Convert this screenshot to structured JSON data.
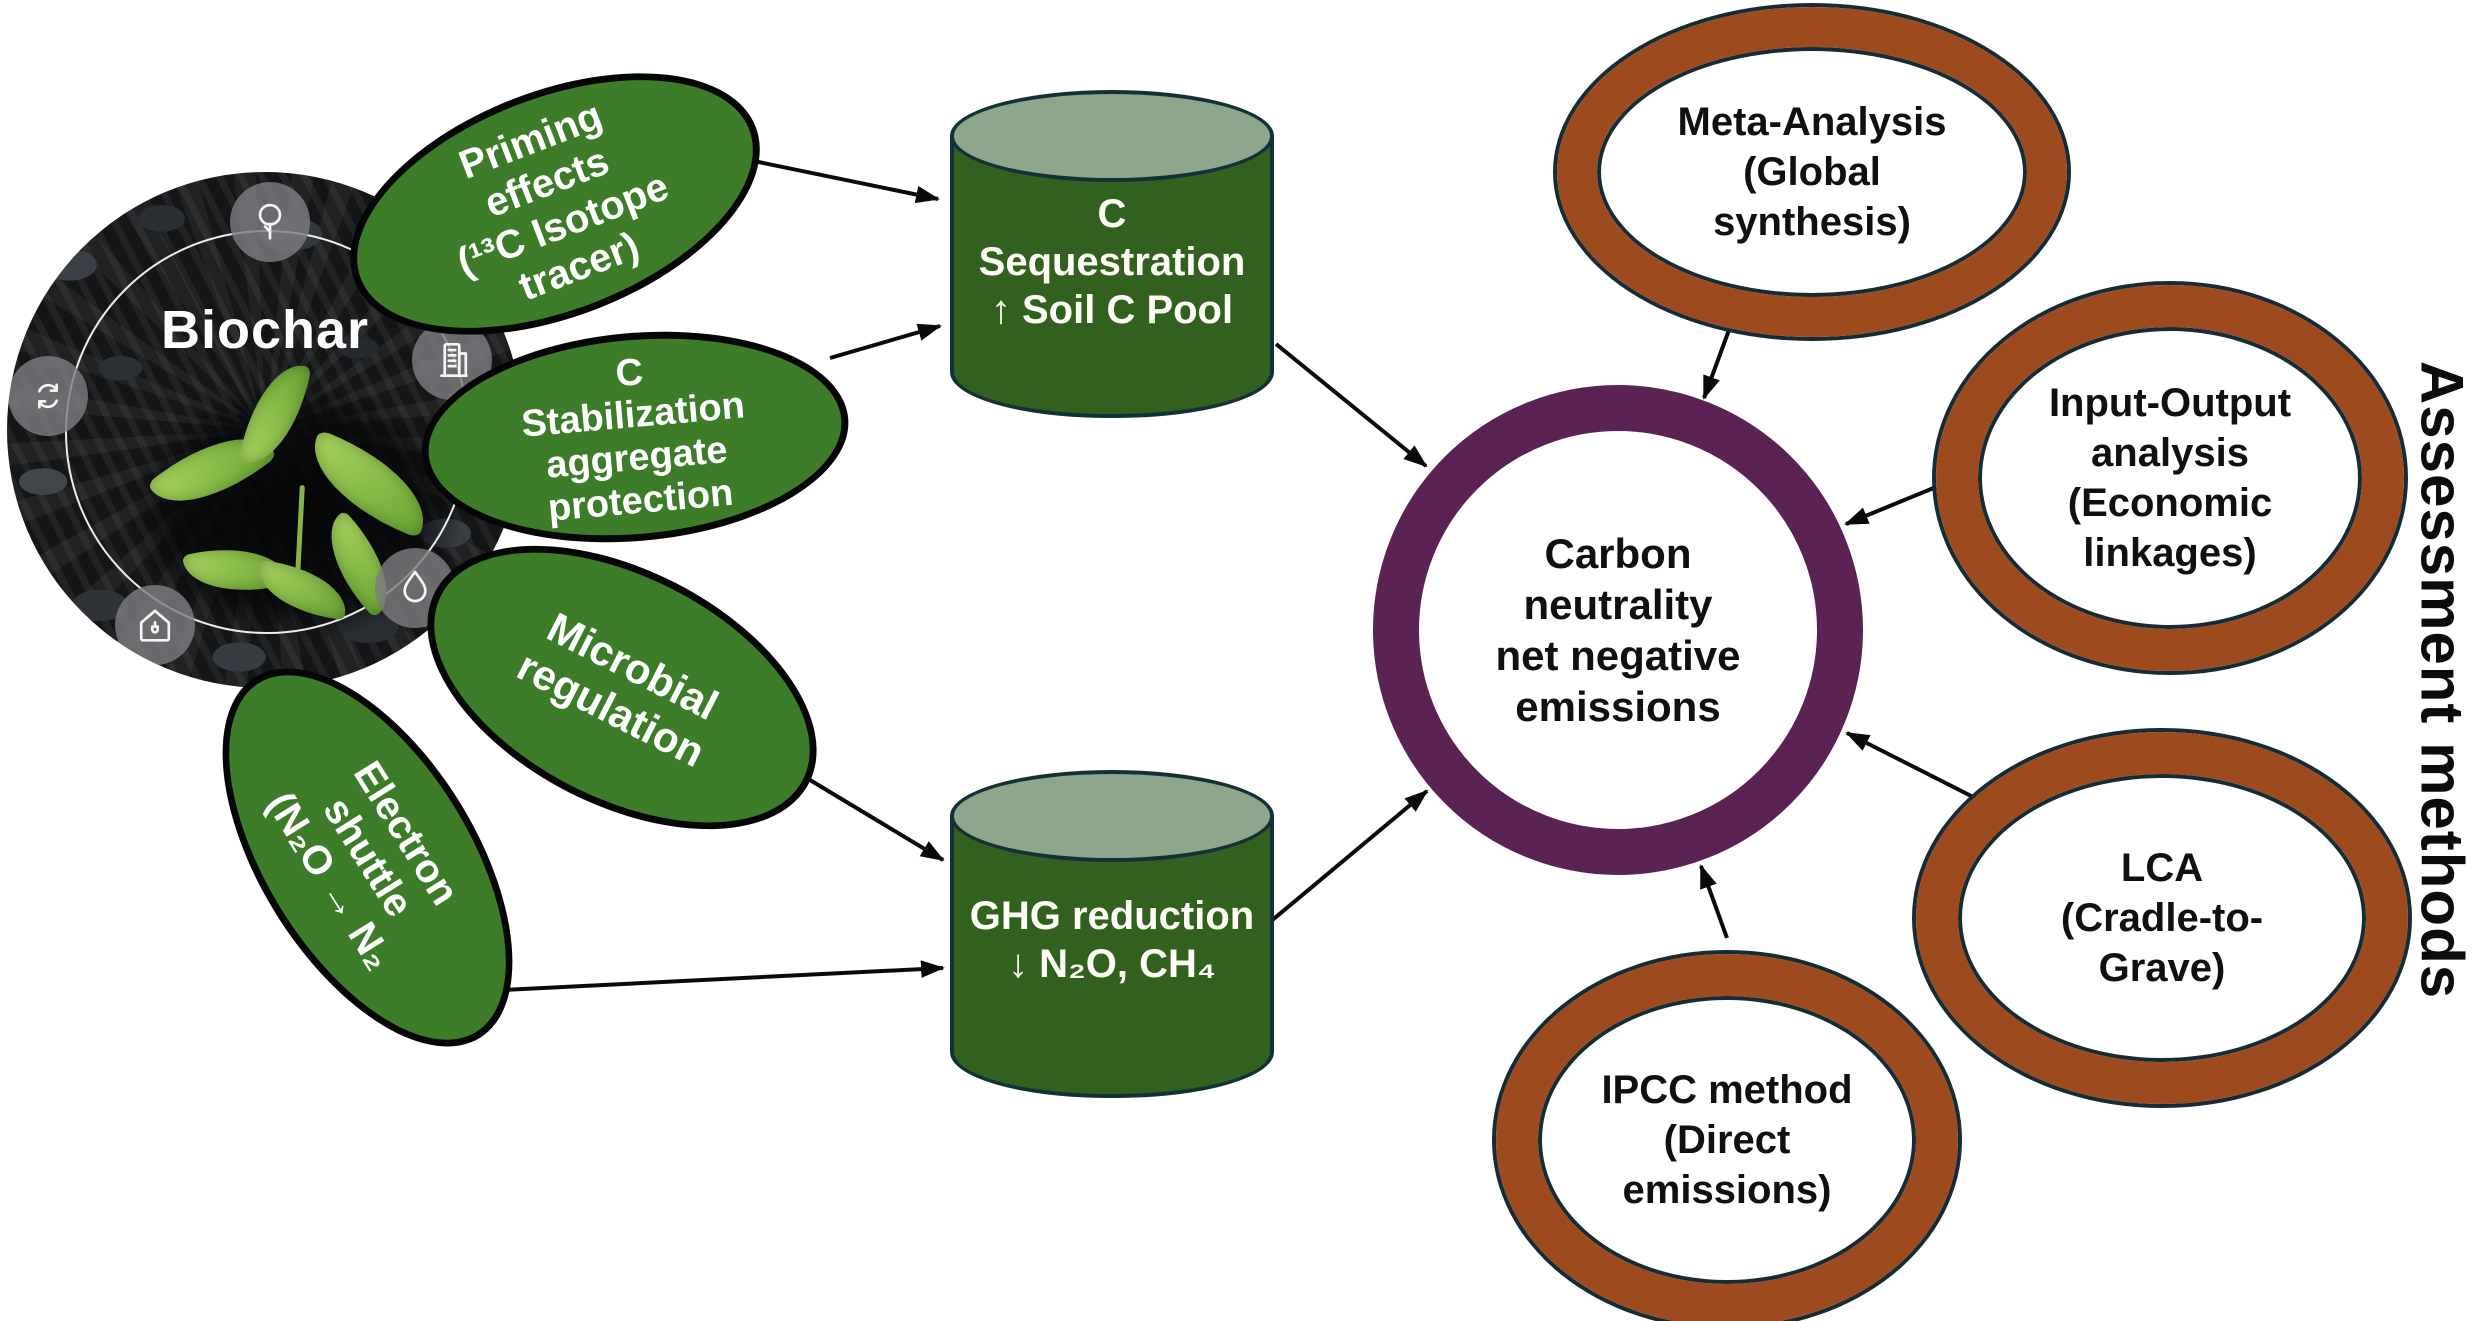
{
  "figure": {
    "hub": {
      "label": "Biochar"
    },
    "hub_icons": [
      "tree-icon",
      "factory-icon",
      "recycle-icon",
      "water-drop-icon",
      "eco-house-plug-icon"
    ],
    "mechanisms": [
      {
        "id": "priming",
        "lines": [
          "Priming",
          "effects",
          "(¹³C Isotope",
          "tracer)"
        ]
      },
      {
        "id": "stabilization",
        "lines": [
          "C",
          "Stabilization",
          "aggregate",
          "protection"
        ]
      },
      {
        "id": "microbial",
        "lines": [
          "Microbial",
          "regulation"
        ]
      },
      {
        "id": "electron-shuttle",
        "lines": [
          "Electron",
          "shuttle",
          "(N₂O → N₂"
        ]
      }
    ],
    "pools": [
      {
        "id": "c-sequestration",
        "lines": [
          "C",
          "Sequestration",
          "↑ Soil C Pool"
        ]
      },
      {
        "id": "ghg-reduction",
        "lines": [
          "GHG reduction",
          "↓ N₂O, CH₄"
        ]
      }
    ],
    "outcome": {
      "lines": [
        "Carbon",
        "neutrality",
        "net negative",
        "emissions"
      ]
    },
    "methods": [
      {
        "id": "meta-analysis",
        "lines": [
          "Meta-Analysis",
          "(Global",
          "synthesis)"
        ]
      },
      {
        "id": "input-output",
        "lines": [
          "Input-Output",
          "analysis",
          "(Economic",
          "linkages)"
        ]
      },
      {
        "id": "lca",
        "lines": [
          "LCA",
          "(Cradle-to-",
          "Grave)"
        ]
      },
      {
        "id": "ipcc",
        "lines": [
          "IPCC method",
          "(Direct",
          "emissions)"
        ]
      }
    ],
    "side_label": "Assessment methods",
    "colors": {
      "mechanism_green": "#3d7c28",
      "cylinder_body": "#31601f",
      "cylinder_top": "#8ea68b",
      "cylinder_outline": "#143138",
      "outcome_ring": "#5b2254",
      "method_ring": "#9d4b1e",
      "method_outline": "#152b35",
      "arrow": "#0a0a0a"
    }
  }
}
